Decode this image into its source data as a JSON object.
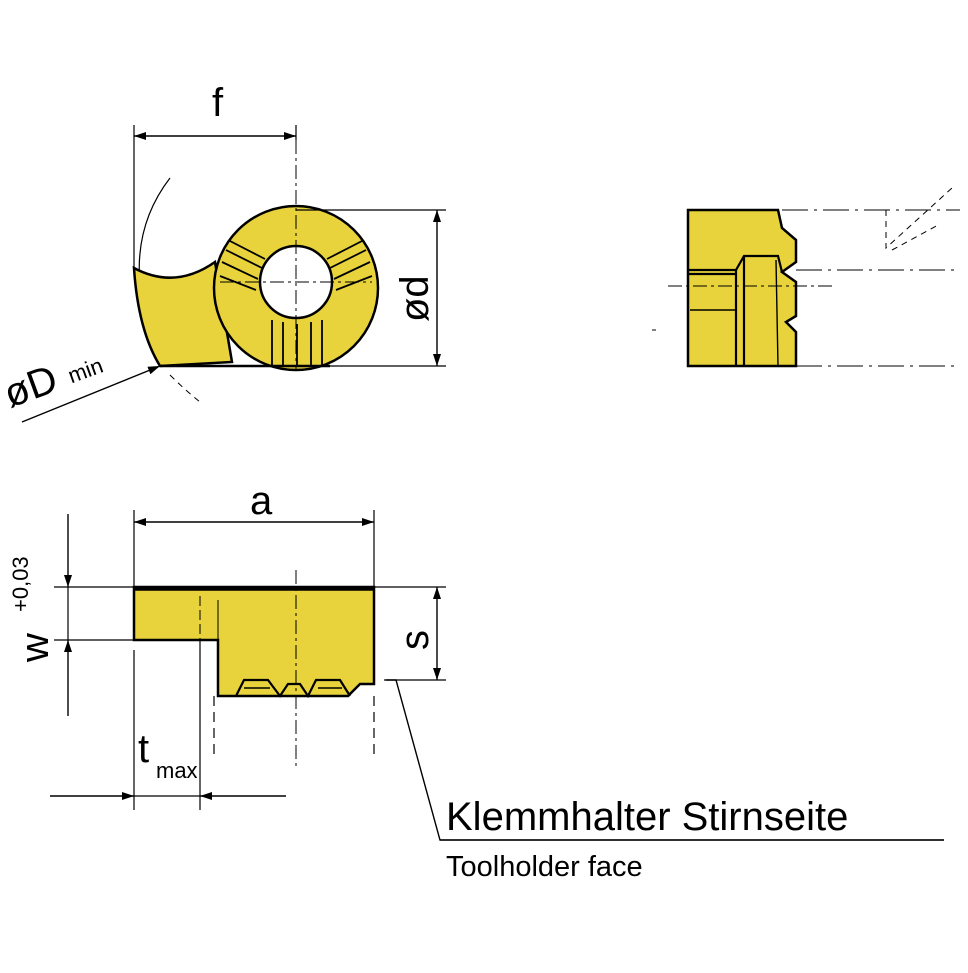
{
  "colors": {
    "insert_fill": "#e8d33c",
    "line": "#000000",
    "background": "#ffffff"
  },
  "labels": {
    "f": "f",
    "d": "ød",
    "Dmin_main": "øD",
    "Dmin_sub": "min",
    "a": "a",
    "w_main": "w",
    "w_tol": "+0,03",
    "s": "s",
    "tmax_main": "t",
    "tmax_sub": "max"
  },
  "caption": {
    "de": "Klemmhalter Stirnseite",
    "en": "Toolholder face"
  }
}
